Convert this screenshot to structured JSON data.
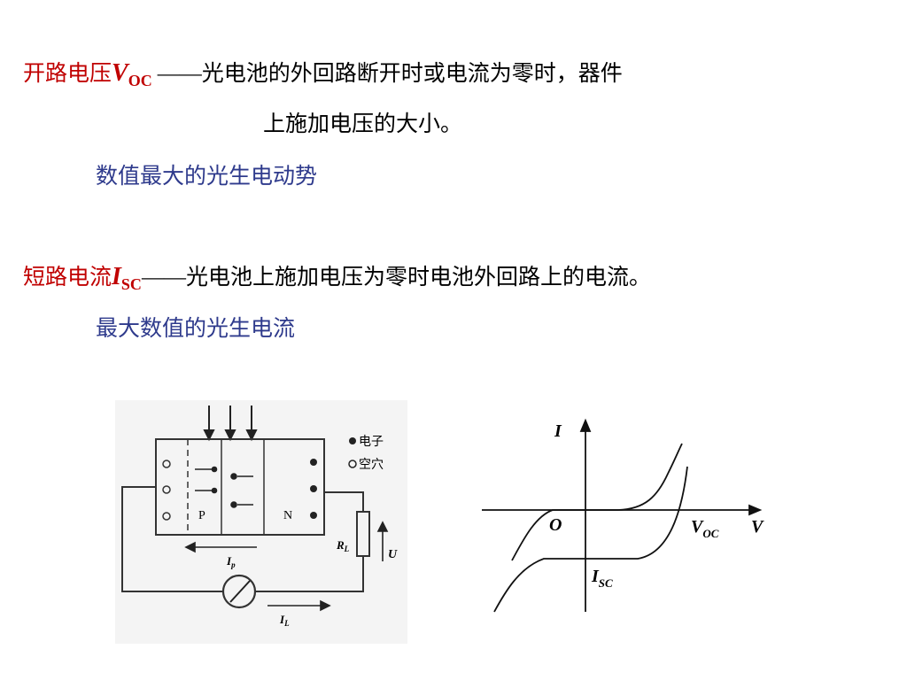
{
  "voc_block": {
    "term": "开路电压",
    "symbol": "V",
    "subscript": "OC",
    "dash": "——",
    "definition_1": "光电池的外回路断开时或电流为零时，器件",
    "definition_2": "上施加电压的大小。",
    "note": "数值最大的光生电动势"
  },
  "isc_block": {
    "term": "短路电流",
    "symbol": "I",
    "subscript": "SC",
    "dash": "——",
    "definition": "光电池上施加电压为零时电池外回路上的电流。",
    "note": "最大数值的光生电流"
  },
  "circuit_figure": {
    "legend_electron": "电子",
    "legend_hole": "空穴",
    "p_label": "P",
    "n_label": "N",
    "rl_label": "R",
    "rl_sub": "L",
    "u_label": "U",
    "ip_label": "I",
    "ip_sub": "p",
    "il_label": "I",
    "il_sub": "L"
  },
  "iv_figure": {
    "i_axis": "I",
    "v_axis": "V",
    "origin": "O",
    "voc_label": "V",
    "voc_sub": "OC",
    "isc_label": "I",
    "isc_sub": "SC"
  },
  "colors": {
    "term": "#c00000",
    "note": "#2e3a8c",
    "text": "#000000"
  }
}
